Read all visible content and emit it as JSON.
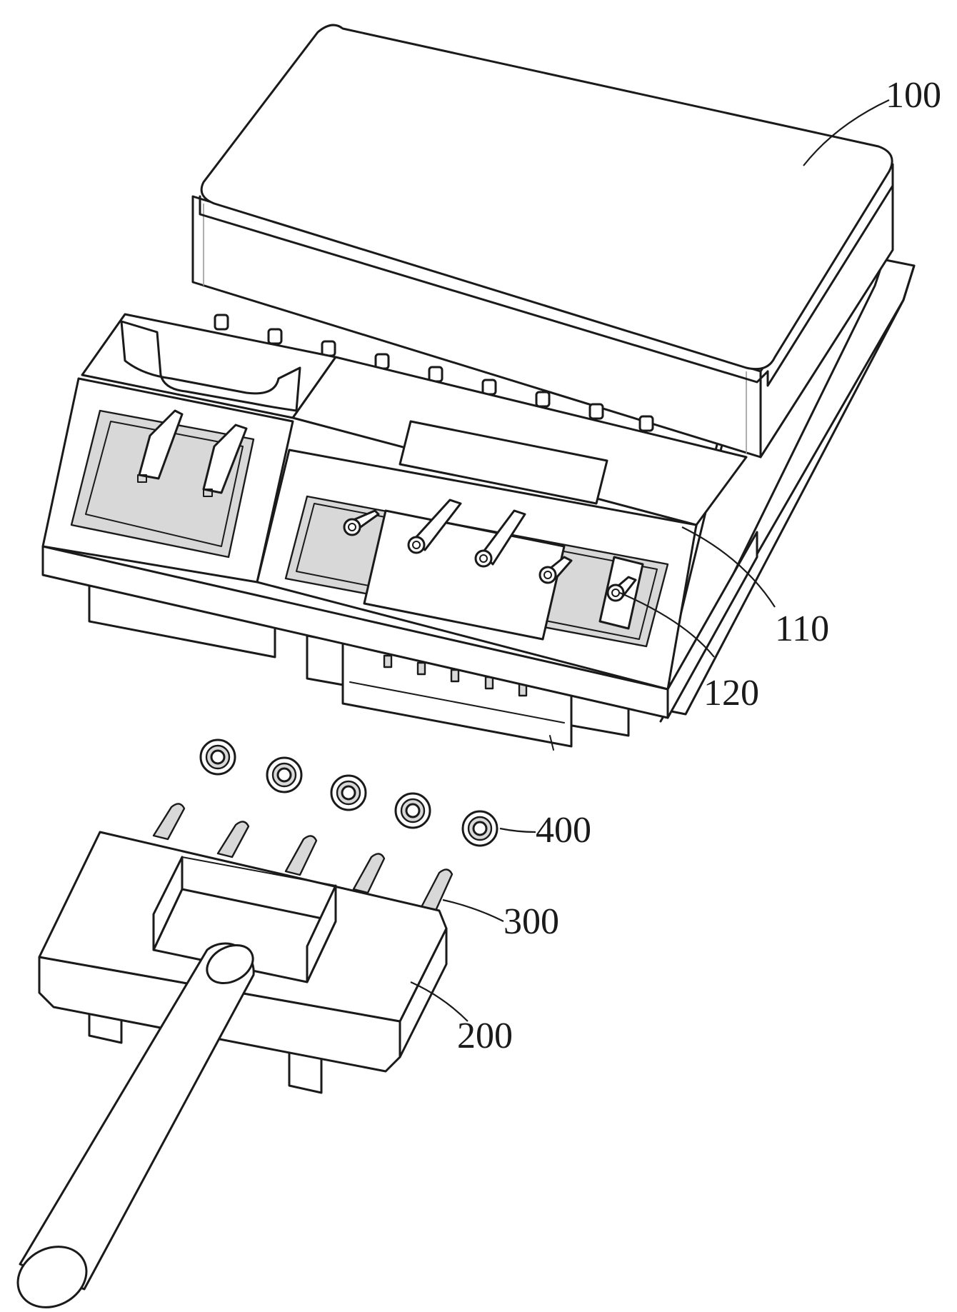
{
  "labels": {
    "cover": "100",
    "housing": "110",
    "terminal": "120",
    "plug": "200",
    "pins": "300",
    "rings": "400"
  }
}
